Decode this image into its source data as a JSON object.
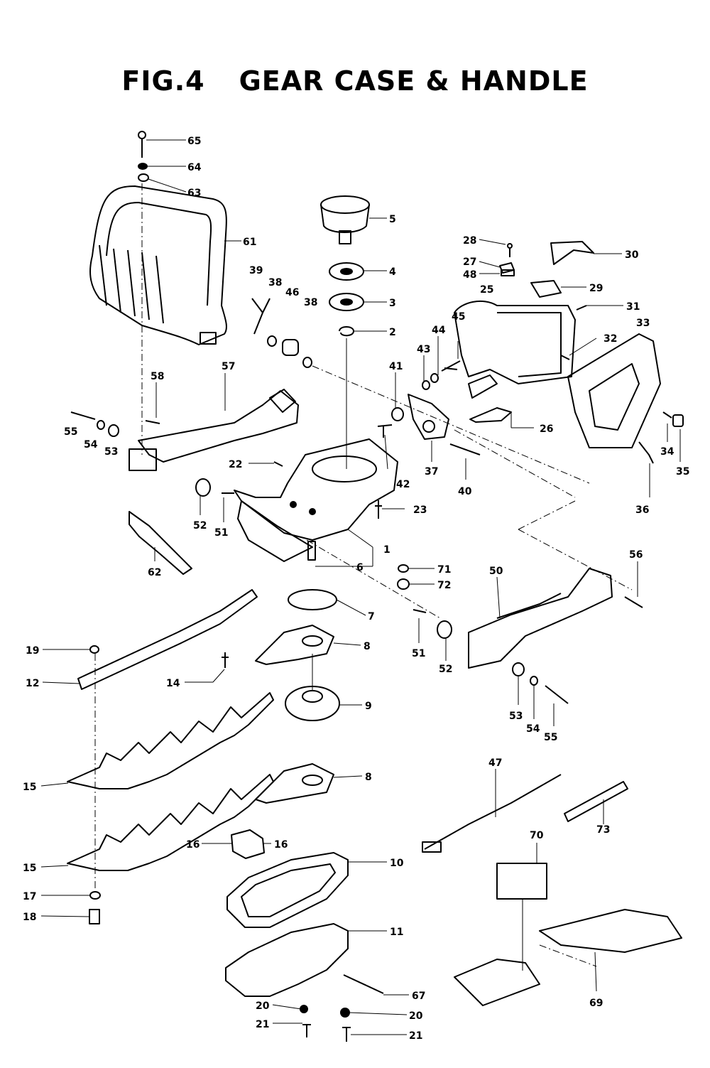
{
  "figure": {
    "number": "FIG.4",
    "title": "GEAR CASE & HANDLE"
  },
  "callouts": [
    "1",
    "2",
    "3",
    "4",
    "5",
    "6",
    "7",
    "8",
    "9",
    "10",
    "11",
    "12",
    "14",
    "15",
    "16",
    "17",
    "18",
    "19",
    "20",
    "21",
    "22",
    "23",
    "25",
    "26",
    "27",
    "28",
    "29",
    "30",
    "31",
    "32",
    "33",
    "34",
    "35",
    "36",
    "37",
    "38",
    "39",
    "40",
    "41",
    "42",
    "43",
    "44",
    "45",
    "46",
    "47",
    "48",
    "50",
    "51",
    "52",
    "53",
    "54",
    "55",
    "56",
    "57",
    "58",
    "61",
    "62",
    "63",
    "64",
    "65",
    "67",
    "69",
    "70",
    "71",
    "72",
    "73"
  ],
  "labels": [
    {
      "id": "65",
      "text": "65"
    },
    {
      "id": "64",
      "text": "64"
    },
    {
      "id": "63",
      "text": "63"
    },
    {
      "id": "61",
      "text": "61"
    },
    {
      "id": "5",
      "text": "5"
    },
    {
      "id": "4",
      "text": "4"
    },
    {
      "id": "3",
      "text": "3"
    },
    {
      "id": "2",
      "text": "2"
    },
    {
      "id": "39",
      "text": "39"
    },
    {
      "id": "38a",
      "text": "38"
    },
    {
      "id": "46",
      "text": "46"
    },
    {
      "id": "38b",
      "text": "38"
    },
    {
      "id": "28",
      "text": "28"
    },
    {
      "id": "27",
      "text": "27"
    },
    {
      "id": "48",
      "text": "48"
    },
    {
      "id": "30",
      "text": "30"
    },
    {
      "id": "29",
      "text": "29"
    },
    {
      "id": "25",
      "text": "25"
    },
    {
      "id": "31",
      "text": "31"
    },
    {
      "id": "45",
      "text": "45"
    },
    {
      "id": "44",
      "text": "44"
    },
    {
      "id": "43",
      "text": "43"
    },
    {
      "id": "32",
      "text": "32"
    },
    {
      "id": "33",
      "text": "33"
    },
    {
      "id": "41",
      "text": "41"
    },
    {
      "id": "57",
      "text": "57"
    },
    {
      "id": "58",
      "text": "58"
    },
    {
      "id": "55a",
      "text": "55"
    },
    {
      "id": "54a",
      "text": "54"
    },
    {
      "id": "53a",
      "text": "53"
    },
    {
      "id": "22",
      "text": "22"
    },
    {
      "id": "42",
      "text": "42"
    },
    {
      "id": "37",
      "text": "37"
    },
    {
      "id": "40",
      "text": "40"
    },
    {
      "id": "26",
      "text": "26"
    },
    {
      "id": "34",
      "text": "34"
    },
    {
      "id": "35",
      "text": "35"
    },
    {
      "id": "36",
      "text": "36"
    },
    {
      "id": "52a",
      "text": "52"
    },
    {
      "id": "51a",
      "text": "51"
    },
    {
      "id": "23",
      "text": "23"
    },
    {
      "id": "1",
      "text": "1"
    },
    {
      "id": "6",
      "text": "6"
    },
    {
      "id": "62",
      "text": "62"
    },
    {
      "id": "71",
      "text": "71"
    },
    {
      "id": "72",
      "text": "72"
    },
    {
      "id": "56",
      "text": "56"
    },
    {
      "id": "50",
      "text": "50"
    },
    {
      "id": "7",
      "text": "7"
    },
    {
      "id": "51b",
      "text": "51"
    },
    {
      "id": "52b",
      "text": "52"
    },
    {
      "id": "19",
      "text": "19"
    },
    {
      "id": "8a",
      "text": "8"
    },
    {
      "id": "12",
      "text": "12"
    },
    {
      "id": "14",
      "text": "14"
    },
    {
      "id": "9",
      "text": "9"
    },
    {
      "id": "53b",
      "text": "53"
    },
    {
      "id": "54b",
      "text": "54"
    },
    {
      "id": "55b",
      "text": "55"
    },
    {
      "id": "47",
      "text": "47"
    },
    {
      "id": "15a",
      "text": "15"
    },
    {
      "id": "8b",
      "text": "8"
    },
    {
      "id": "73",
      "text": "73"
    },
    {
      "id": "16a",
      "text": "16"
    },
    {
      "id": "16b",
      "text": "16"
    },
    {
      "id": "70",
      "text": "70"
    },
    {
      "id": "15b",
      "text": "15"
    },
    {
      "id": "10",
      "text": "10"
    },
    {
      "id": "17",
      "text": "17"
    },
    {
      "id": "18",
      "text": "18"
    },
    {
      "id": "11",
      "text": "11"
    },
    {
      "id": "67",
      "text": "67"
    },
    {
      "id": "69",
      "text": "69"
    },
    {
      "id": "20a",
      "text": "20"
    },
    {
      "id": "20b",
      "text": "20"
    },
    {
      "id": "21a",
      "text": "21"
    },
    {
      "id": "21b",
      "text": "21"
    }
  ]
}
